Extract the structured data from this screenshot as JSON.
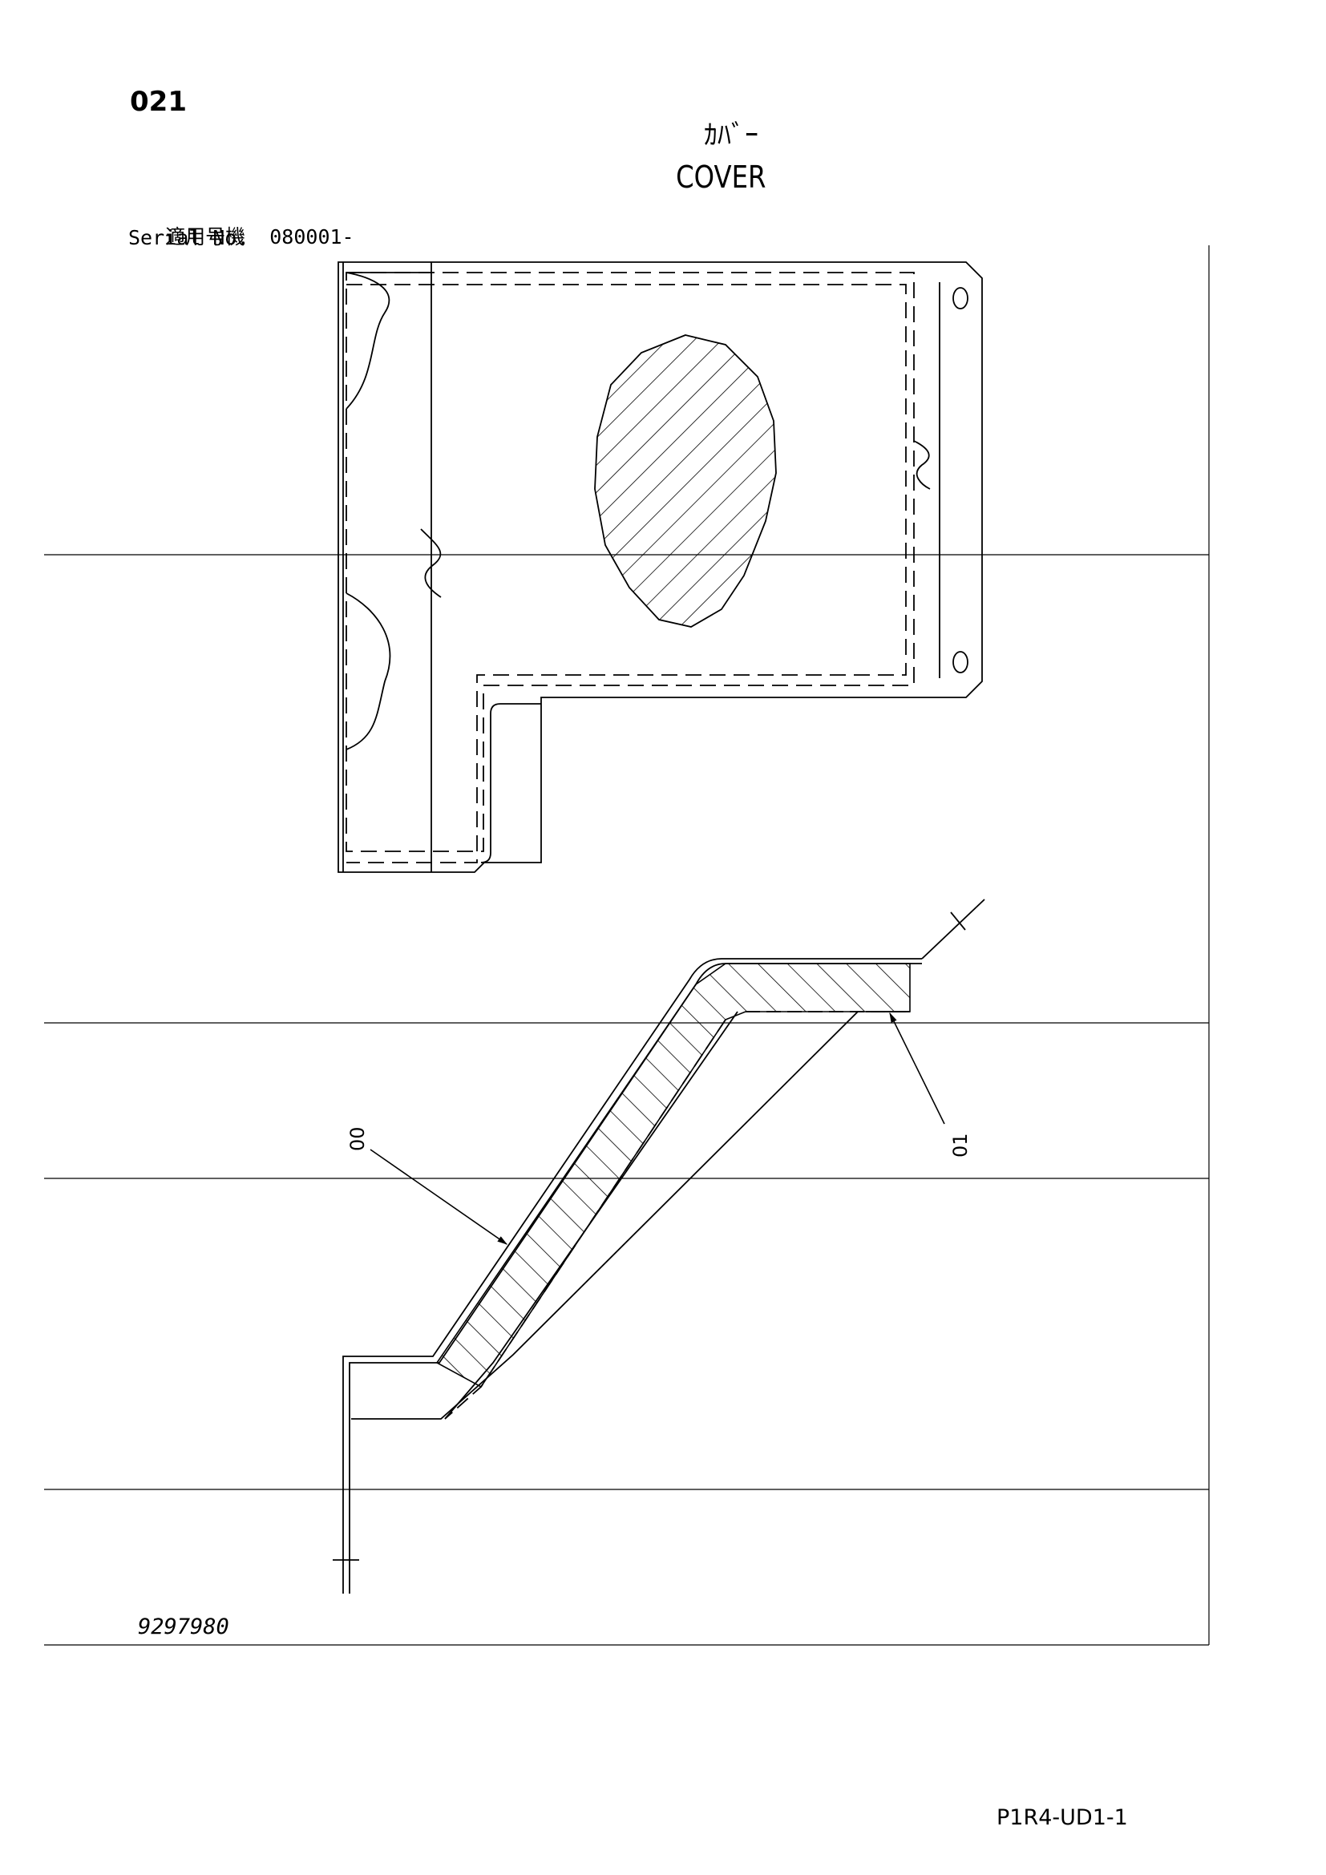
{
  "header": {
    "page_number": "021",
    "title_jp": "ｶﾊﾞｰ",
    "title_en": "COVER"
  },
  "serial": {
    "label_jp": "適用号機",
    "value": "080001-",
    "label_en": "Serial No."
  },
  "drawing": {
    "callouts": [
      "00",
      "01"
    ],
    "part_number": "9297980"
  },
  "footer": {
    "sheet_code": "P1R4-UD1-1"
  }
}
